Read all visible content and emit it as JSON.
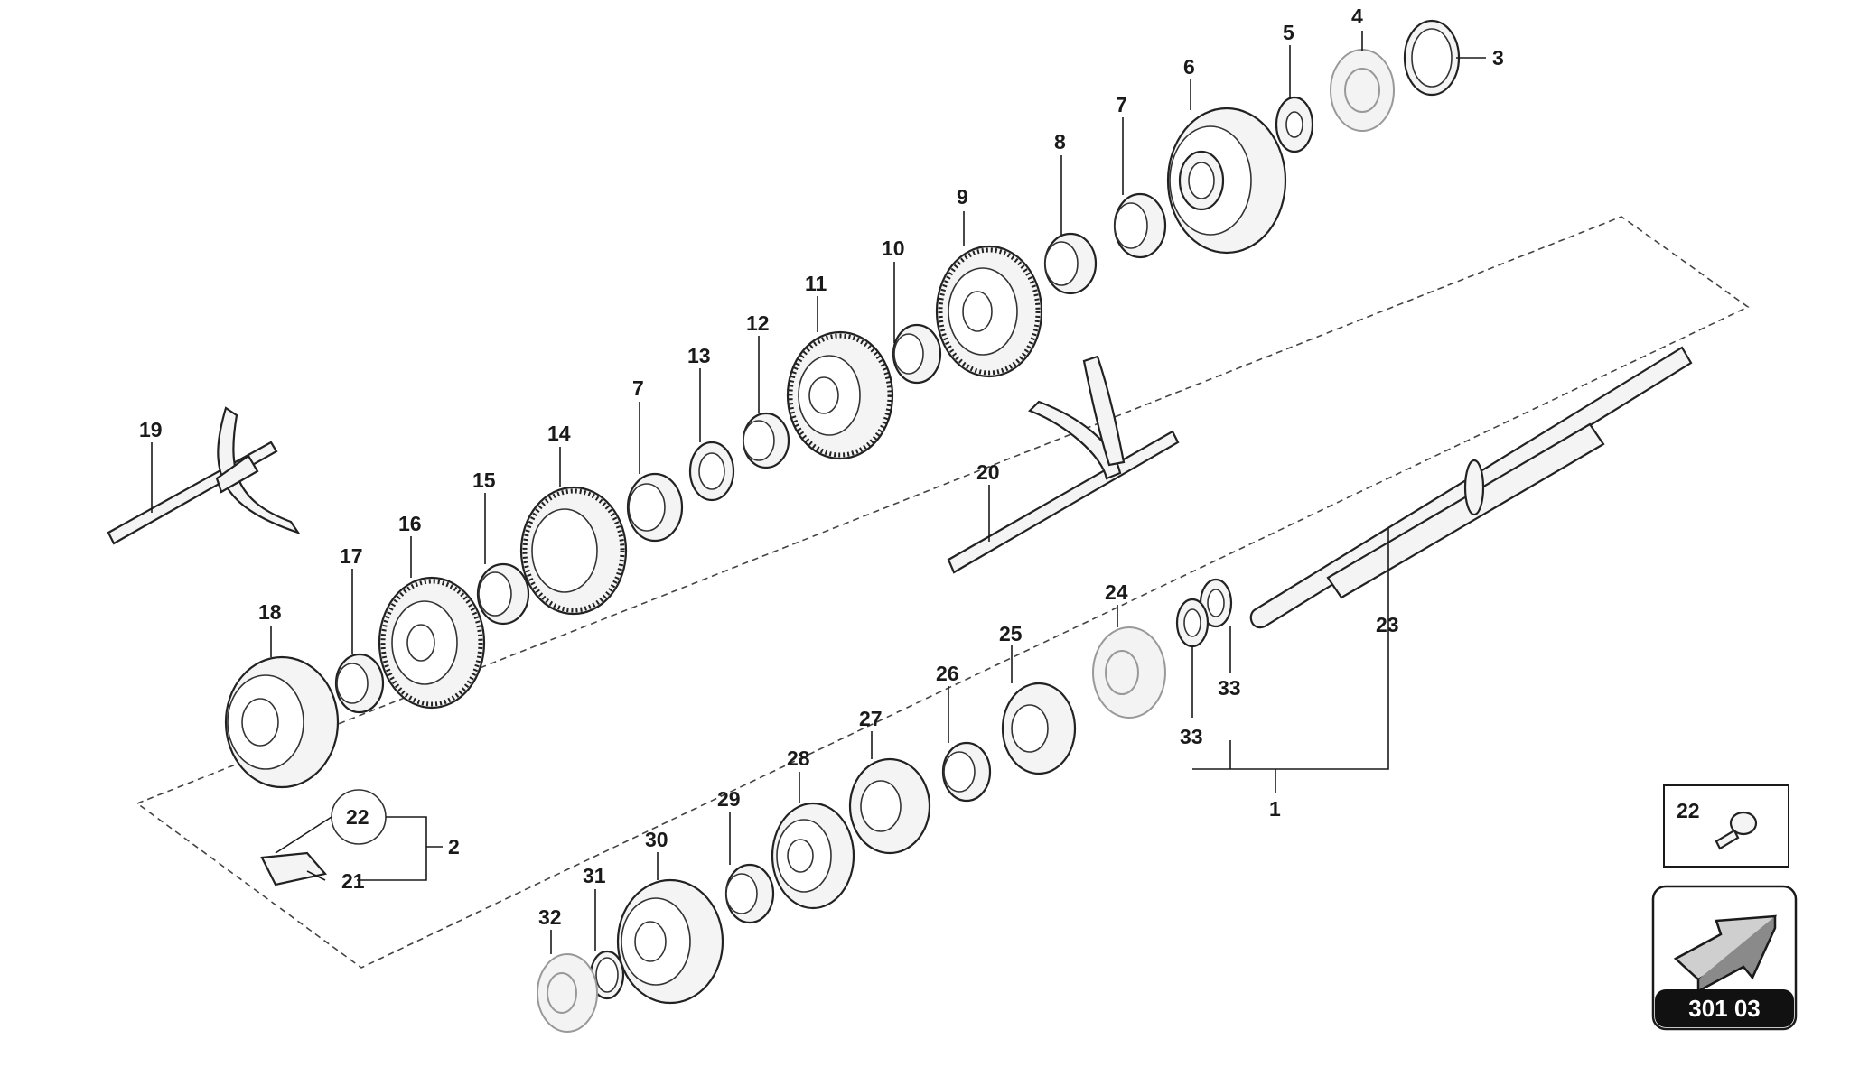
{
  "callouts": {
    "c1": "1",
    "c2": "2",
    "c3": "3",
    "c4": "4",
    "c5": "5",
    "c6": "6",
    "c7a": "7",
    "c7b": "7",
    "c8": "8",
    "c9": "9",
    "c10": "10",
    "c11": "11",
    "c12": "12",
    "c13": "13",
    "c14": "14",
    "c15": "15",
    "c16": "16",
    "c17": "17",
    "c18": "18",
    "c19": "19",
    "c20": "20",
    "c21": "21",
    "c22": "22",
    "c23": "23",
    "c24": "24",
    "c25": "25",
    "c26": "26",
    "c27": "27",
    "c28": "28",
    "c29": "29",
    "c30": "30",
    "c31": "31",
    "c32": "32",
    "c33a": "33",
    "c33b": "33"
  },
  "detail_box": {
    "label": "22"
  },
  "nav_badge": {
    "label": "301 03"
  },
  "colors": {
    "ink": "#1a1a1a",
    "badge_bg": "#111111",
    "badge_text": "#ffffff",
    "light_part": "#bbbbbb"
  }
}
